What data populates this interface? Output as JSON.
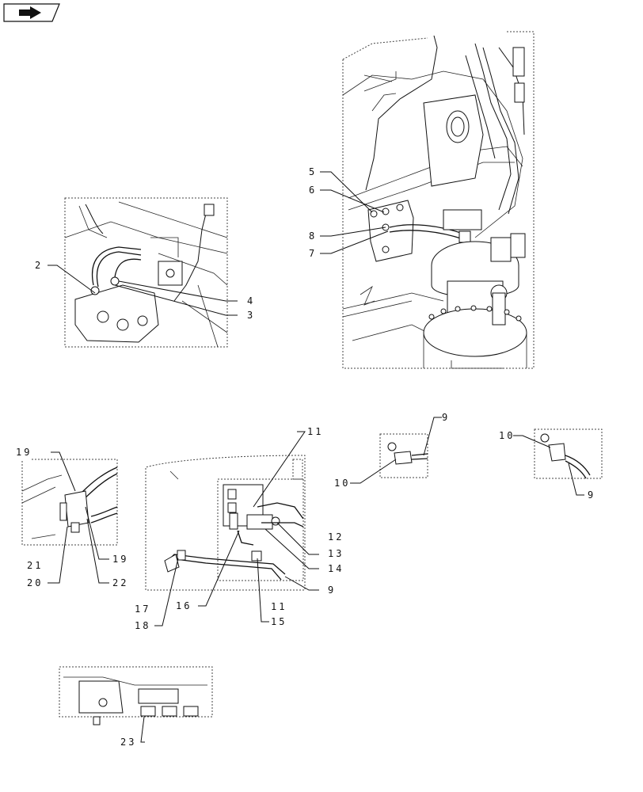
{
  "nav": {
    "icon": "next-page-arrow-icon"
  },
  "callouts": {
    "c2": "2",
    "c3": "3",
    "c4": "4",
    "c5": "5",
    "c6": "6",
    "c7": "7",
    "c8": "8",
    "c9a": "9",
    "c9b": "9",
    "c9c": "9",
    "c10a": "10",
    "c10b": "10",
    "c11a": "11",
    "c11b": "11",
    "c12": "12",
    "c13": "13",
    "c14": "14",
    "c15": "15",
    "c16": "16",
    "c17": "17",
    "c18": "18",
    "c19a": "19",
    "c19b": "19",
    "c20": "20",
    "c21": "21",
    "c22": "22",
    "c23": "23"
  }
}
